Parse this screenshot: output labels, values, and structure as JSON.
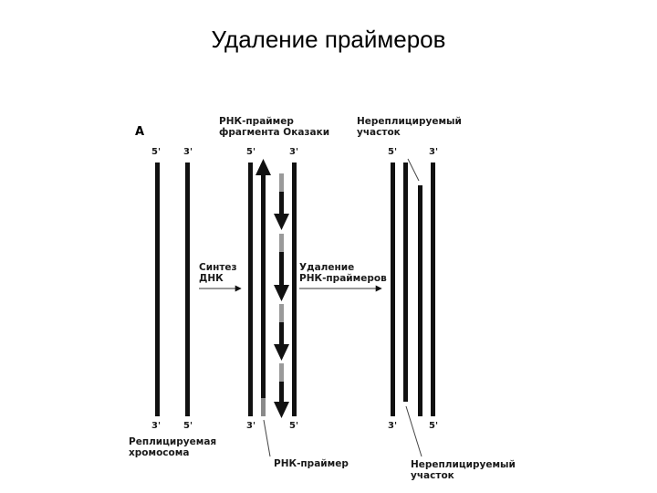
{
  "title": "Удаление праймеров",
  "panel_label": "A",
  "labels": {
    "okazaki_primer": [
      "РНК-праймер",
      "фрагмента Оказаки"
    ],
    "unreplicated_top": [
      "Нереплицируемый",
      "участок"
    ],
    "dna_synthesis": [
      "Синтез",
      "ДНК"
    ],
    "primer_removal": [
      "Удаление",
      "РНК-праймеров"
    ],
    "replicated_chromosome": [
      "Реплицируемая",
      "хромосома"
    ],
    "rna_primer_bottom": "РНК-праймер",
    "unreplicated_bottom": [
      "Нереплицируемый",
      "участок"
    ]
  },
  "polarity": {
    "five": "5'",
    "three": "3'"
  },
  "colors": {
    "strand": "#111111",
    "primer": "#9a9a9a",
    "text": "#1a1a1a"
  }
}
